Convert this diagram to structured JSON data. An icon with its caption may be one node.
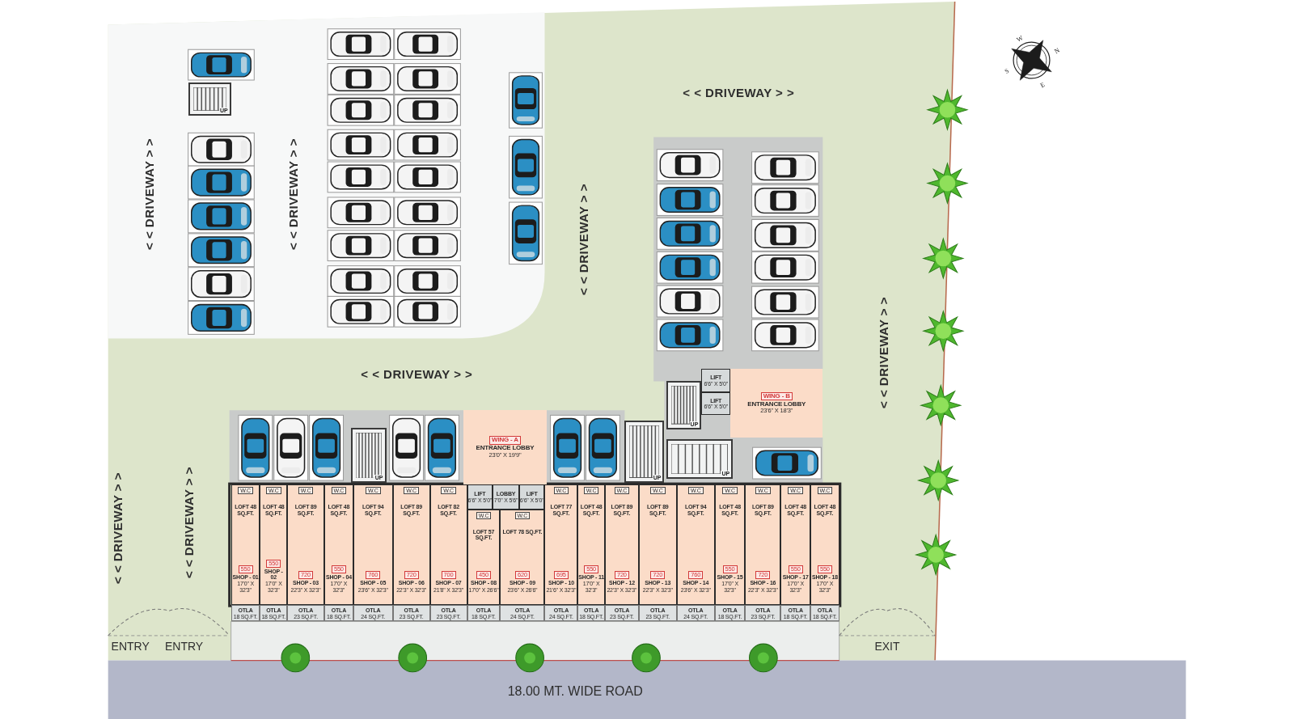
{
  "diagram": {
    "nodes": [
      {
        "text": [
          "WING - A",
          "ENTRANCE LOBBY",
          "23'0\" X 19'9\""
        ]
      },
      {
        "text": [
          "WING - B",
          "ENTRANCE LOBBY",
          "23'6\" X 18'3\""
        ]
      },
      {
        "text": [
          "LIFT",
          "6'6\" X 5'0\""
        ]
      },
      {
        "text": [
          "LIFT",
          "6'6\" X 5'0\""
        ]
      },
      {
        "text": [
          "LIFT",
          "6'6\" X 5'0\""
        ]
      },
      {
        "text": [
          "LOBBY",
          "7'0\" X 5'6\""
        ]
      },
      {
        "text": [
          "LIFT",
          "6'6\" X 5'0\""
        ]
      },
      {
        "text": [
          "UP"
        ]
      },
      {
        "text": [
          "UP"
        ]
      },
      {
        "text": [
          "UP"
        ]
      },
      {
        "text": [
          "UP"
        ]
      },
      {
        "text": [
          "UP"
        ]
      },
      {
        "text": [
          "W.C",
          "LOFT 48 SQ.FT.",
          "550",
          "SHOP - 01",
          "17'0\" X 32'3\""
        ]
      },
      {
        "text": [
          "W.C",
          "LOFT 48 SQ.FT.",
          "550",
          "SHOP - 02",
          "17'0\" X 32'3\""
        ]
      },
      {
        "text": [
          "W.C",
          "LOFT 89 SQ.FT.",
          "720",
          "SHOP - 03",
          "22'3\" X 32'3\""
        ]
      },
      {
        "text": [
          "W.C",
          "LOFT 48 SQ.FT.",
          "550",
          "SHOP - 04",
          "17'0\" X 32'3\""
        ]
      },
      {
        "text": [
          "W.C",
          "LOFT 94 SQ.FT.",
          "760",
          "SHOP - 05",
          "23'6\" X 32'3\""
        ]
      },
      {
        "text": [
          "W.C",
          "LOFT 89 SQ.FT.",
          "720",
          "SHOP - 06",
          "22'3\" X 32'3\""
        ]
      },
      {
        "text": [
          "W.C",
          "LOFT 82 SQ.FT.",
          "700",
          "SHOP - 07",
          "21'8\" X 32'3\""
        ]
      },
      {
        "text": [
          "W.C",
          "LOFT 57 SQ.FT.",
          "450",
          "SHOP - 08",
          "17'0\" X 26'6\""
        ]
      },
      {
        "text": [
          "W.C",
          "LOFT 78 SQ.FT.",
          "620",
          "SHOP - 09",
          "23'6\" X 26'6\""
        ]
      },
      {
        "text": [
          "W.C",
          "LOFT 77 SQ.FT.",
          "695",
          "SHOP - 10",
          "21'6\" X 32'3\""
        ]
      },
      {
        "text": [
          "W.C",
          "LOFT 48 SQ.FT.",
          "550",
          "SHOP - 11",
          "17'0\" X 32'3\""
        ]
      },
      {
        "text": [
          "W.C",
          "LOFT 89 SQ.FT.",
          "720",
          "SHOP - 12",
          "22'3\" X 32'3\""
        ]
      },
      {
        "text": [
          "W.C",
          "LOFT 89 SQ.FT.",
          "720",
          "SHOP - 13",
          "22'3\" X 32'3\""
        ]
      },
      {
        "text": [
          "W.C",
          "LOFT 94 SQ.FT.",
          "760",
          "SHOP - 14",
          "23'6\" X 32'3\""
        ]
      },
      {
        "text": [
          "W.C",
          "LOFT 48 SQ.FT.",
          "550",
          "SHOP - 15",
          "17'0\" X 32'3\""
        ]
      },
      {
        "text": [
          "W.C",
          "LOFT 89 SQ.FT.",
          "720",
          "SHOP - 16",
          "22'3\" X 32'3\""
        ]
      },
      {
        "text": [
          "W.C",
          "LOFT 48 SQ.FT.",
          "550",
          "SHOP - 17",
          "17'0\" X 32'3\""
        ]
      },
      {
        "text": [
          "W.C",
          "LOFT 48 SQ.FT.",
          "550",
          "SHOP - 18",
          "17'0\" X 32'3\""
        ]
      },
      {
        "text": [
          "OTLA",
          "18 SQ.FT."
        ]
      },
      {
        "text": [
          "OTLA",
          "18 SQ.FT."
        ]
      },
      {
        "text": [
          "OTLA",
          "23 SQ.FT."
        ]
      },
      {
        "text": [
          "OTLA",
          "18 SQ.FT."
        ]
      },
      {
        "text": [
          "OTLA",
          "24 SQ.FT."
        ]
      },
      {
        "text": [
          "OTLA",
          "23 SQ.FT."
        ]
      },
      {
        "text": [
          "OTLA",
          "23 SQ.FT."
        ]
      },
      {
        "text": [
          "OTLA",
          "18 SQ.FT."
        ]
      },
      {
        "text": [
          "OTLA",
          "24 SQ.FT."
        ]
      },
      {
        "text": [
          "OTLA",
          "24 SQ.FT."
        ]
      },
      {
        "text": [
          "OTLA",
          "18 SQ.FT."
        ]
      },
      {
        "text": [
          "OTLA",
          "23 SQ.FT."
        ]
      },
      {
        "text": [
          "OTLA",
          "23 SQ.FT."
        ]
      },
      {
        "text": [
          "OTLA",
          "24 SQ.FT."
        ]
      },
      {
        "text": [
          "OTLA",
          "18 SQ.FT."
        ]
      },
      {
        "text": [
          "OTLA",
          "23 SQ.FT."
        ]
      },
      {
        "text": [
          "OTLA",
          "18 SQ.FT."
        ]
      },
      {
        "text": [
          "OTLA",
          "18 SQ.FT."
        ]
      }
    ],
    "labels": [
      "< < DRIVEWAY > >",
      "< < DRIVEWAY > >",
      "< < DRIVEWAY > >",
      "< < DRIVEWAY > >",
      "< < DRIVEWAY > >",
      "< < DRIVEWAY > >",
      "< < DRIVEWAY > >",
      "< < DRIVEWAY > >",
      "ENTRY",
      "ENTRY",
      "EXIT",
      "18.00 MT. WIDE ROAD",
      "W",
      "N",
      "S",
      "E"
    ]
  }
}
